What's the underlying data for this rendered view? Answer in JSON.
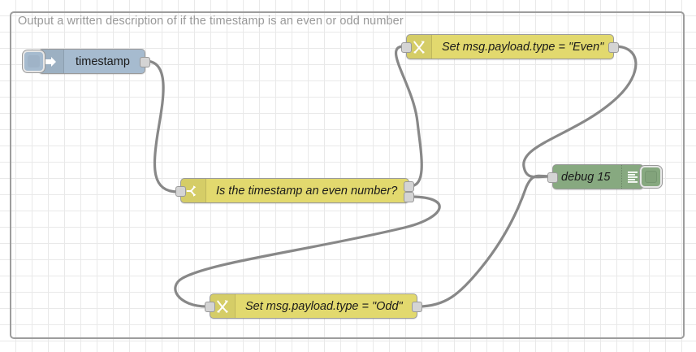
{
  "editor": {
    "name": "node-red-flow-canvas",
    "grid_size": 20,
    "background_color": "#ffffff",
    "grid_color": "#e9e9e9"
  },
  "group": {
    "title": "Output a written description of if the timestamp is an even or odd number",
    "border_color": "#9d9d9d",
    "title_color": "#999999"
  },
  "nodes": {
    "inject": {
      "label": "timestamp",
      "icon": "inject-arrow-icon",
      "color": "#a6bbcf",
      "button_name": "inject-trigger-button"
    },
    "switch": {
      "label": "Is the timestamp an even number?",
      "icon": "switch-fork-icon",
      "color": "#e2d96e",
      "outputs": 2
    },
    "change_even": {
      "label": "Set msg.payload.type = \"Even\"",
      "icon": "change-swap-icon",
      "color": "#e2d96e"
    },
    "change_odd": {
      "label": "Set msg.payload.type = \"Odd\"",
      "icon": "change-swap-icon",
      "color": "#e2d96e"
    },
    "debug": {
      "label": "debug 15",
      "icon": "debug-lines-icon",
      "color": "#87a980",
      "button_name": "debug-enable-toggle"
    }
  },
  "wires": {
    "stroke_color": "#888888",
    "stroke_width": 3.2,
    "links": [
      {
        "from": "inject.output",
        "to": "switch.input"
      },
      {
        "from": "switch.output1",
        "to": "change_even.input"
      },
      {
        "from": "switch.output2",
        "to": "change_odd.input"
      },
      {
        "from": "change_even.output",
        "to": "debug.input"
      },
      {
        "from": "change_odd.output",
        "to": "debug.input"
      }
    ]
  }
}
